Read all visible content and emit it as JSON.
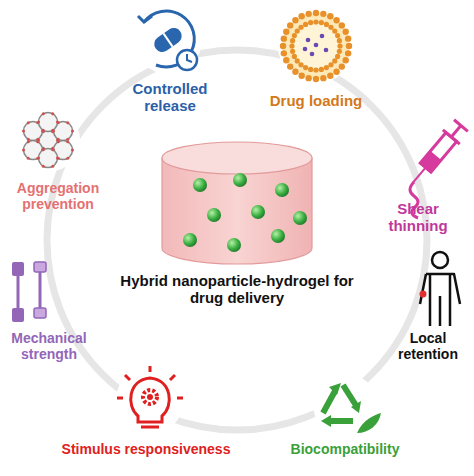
{
  "diagram": {
    "labels": [
      "Controlled release",
      "Drug loading",
      "Aggregation prevention",
      "Shear thinning",
      "Hybrid nanoparticle-hydrogel for drug delivery",
      "Mechanical strength",
      "Local retention",
      "Stimulus responsiveness",
      "Biocompatibility"
    ]
  }
}
